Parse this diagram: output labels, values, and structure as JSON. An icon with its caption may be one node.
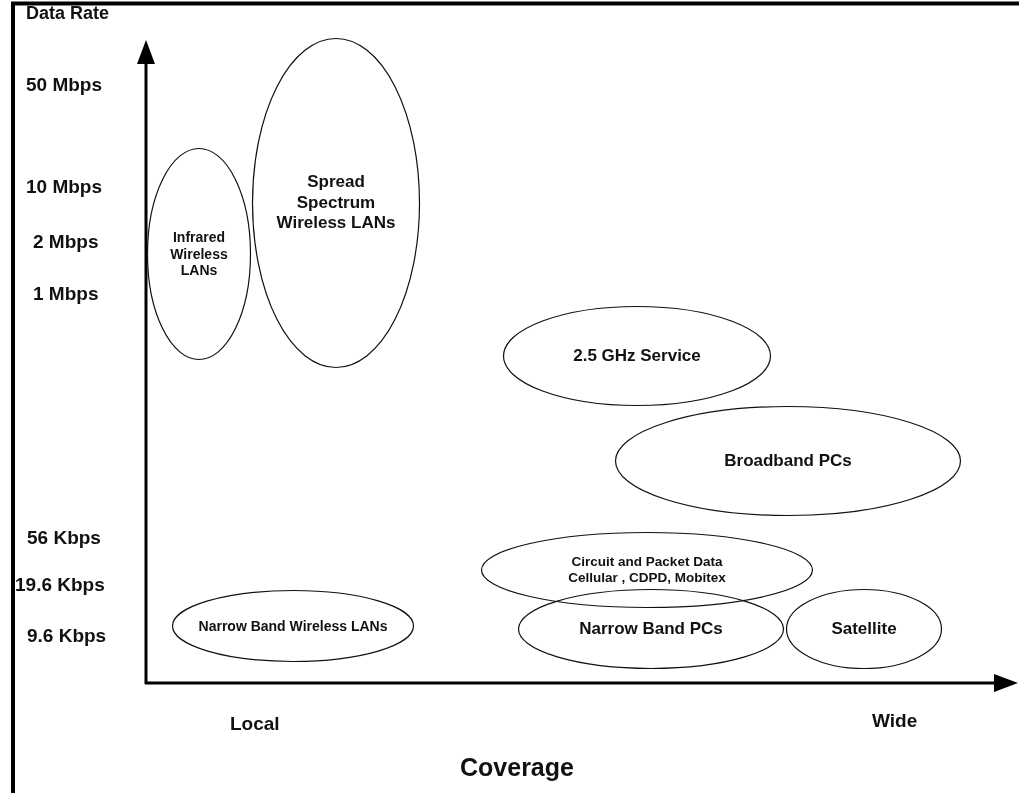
{
  "diagram": {
    "nodes": [
      {
        "text": [
          "Infrared Wireless LANs"
        ]
      },
      {
        "text": [
          "Spread Spectrum Wireless LANs"
        ]
      },
      {
        "text": [
          "2.5 GHz Service"
        ]
      },
      {
        "text": [
          "Broadband PCs"
        ]
      },
      {
        "text": [
          "Circuit and Packet Data",
          "Cellular , CDPD, Mobitex"
        ]
      },
      {
        "text": [
          "Narrow Band Wireless LANs"
        ]
      },
      {
        "text": [
          "Narrow Band PCs"
        ]
      },
      {
        "text": [
          "Satellite"
        ]
      }
    ],
    "edges": [],
    "labels": [
      "Data Rate",
      "50 Mbps",
      "10 Mbps",
      "2 Mbps",
      "1 Mbps",
      "56 Kbps",
      "19.6 Kbps",
      "9.6 Kbps",
      "Local",
      "Wide",
      "Coverage"
    ]
  }
}
